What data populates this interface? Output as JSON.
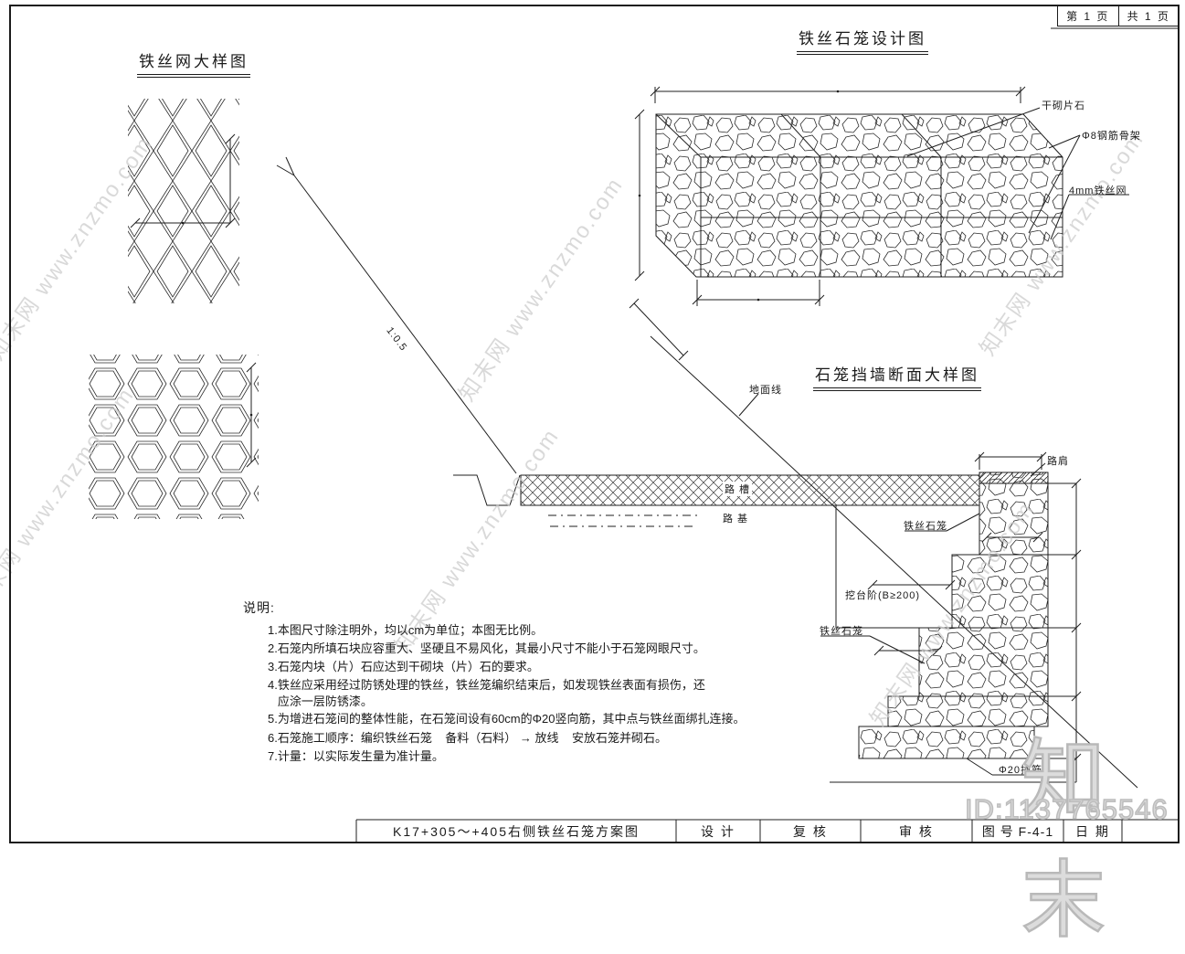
{
  "page_header": {
    "current": "第 1 页",
    "total": "共 1 页"
  },
  "titles": {
    "mesh_detail": "铁丝网大样图",
    "gabion_design": "铁丝石笼设计图",
    "wall_section": "石笼挡墙断面大样图"
  },
  "design_labels": {
    "dry_stone": "干砌片石",
    "rebar_frame": "Φ8钢筋骨架",
    "wire_mesh": "4mm铁丝网"
  },
  "section_labels": {
    "slope_ratio": "1:0.5",
    "ground_line": "地面线",
    "road_trough": "路 槽",
    "roadbed": "路 基",
    "shoulder": "路肩",
    "gabion_upper": "铁丝石笼",
    "gabion_lower": "铁丝石笼",
    "step_excavation": "挖台阶(B≥200)",
    "dowel": "Φ20插筋"
  },
  "notes": {
    "heading": "说明:",
    "items": [
      "1.本图尺寸除注明外，均以cm为单位；本图无比例。",
      "2.石笼内所填石块应容重大、坚硬且不易风化，其最小尺寸不能小于石笼网眼尺寸。",
      "3.石笼内块（片）石应达到干砌块（片）石的要求。",
      "4.铁丝应采用经过防锈处理的铁丝，铁丝笼编织结束后，如发现铁丝表面有损伤，还",
      "   应涂一层防锈漆。",
      "5.为增进石笼间的整体性能，在石笼间设有60cm的Φ20竖向筋，其中点与铁丝面绑扎连接。",
      "6.石笼施工顺序：编织铁丝石笼    备料（石料） → 放线    安放石笼并砌石。",
      "7.计量：以实际发生量为准计量。"
    ]
  },
  "title_block": {
    "drawing_name": "K17+305～+405右侧铁丝石笼方案图",
    "design_label": "设 计",
    "check_label": "复 核",
    "review_label": "审 核",
    "number_label": "图 号",
    "drawing_number": "F-4-1",
    "date_label": "日 期"
  },
  "watermark": {
    "diagonal": "知末网 www.znzmo.com",
    "brand": "知末",
    "id": "ID:1137765546"
  }
}
